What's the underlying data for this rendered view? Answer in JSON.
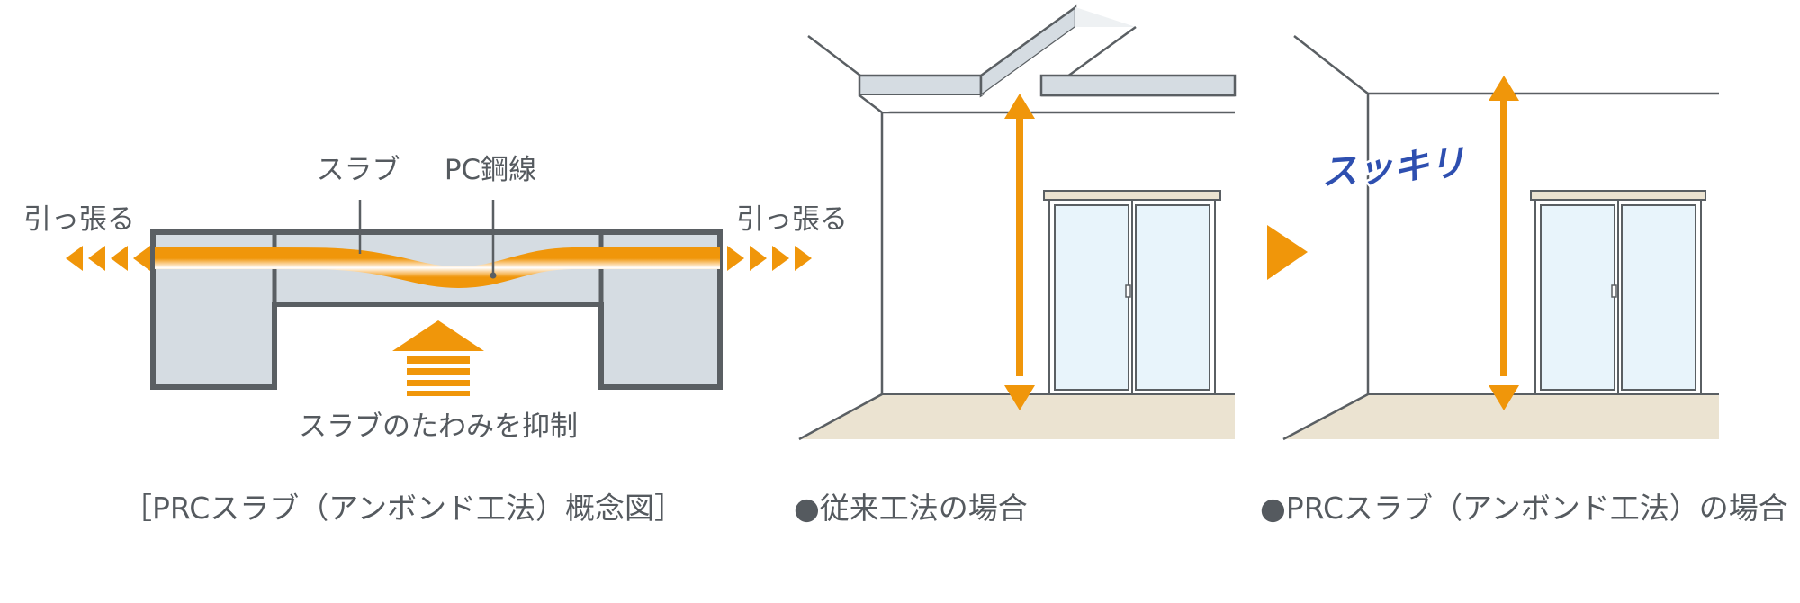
{
  "concept": {
    "label_slab": "スラブ",
    "label_pc_wire": "PC鋼線",
    "label_pull_left": "引っ張る",
    "label_pull_right": "引っ張る",
    "label_suppress": "スラブのたわみを抑制",
    "caption": "［PRCスラブ（アンボンド工法）概念図］"
  },
  "conventional": {
    "caption": "●従来工法の場合"
  },
  "prc": {
    "badge": "スッキリ",
    "caption": "●PRCスラブ（アンボンド工法）の場合"
  },
  "colors": {
    "accent_orange": "#f0960a",
    "slab_fill": "#d5dce2",
    "frame_stroke": "#5a5f63",
    "floor": "#ebe3d1",
    "glass": "#e8f4fb",
    "badge_text": "#2e4fb0"
  }
}
